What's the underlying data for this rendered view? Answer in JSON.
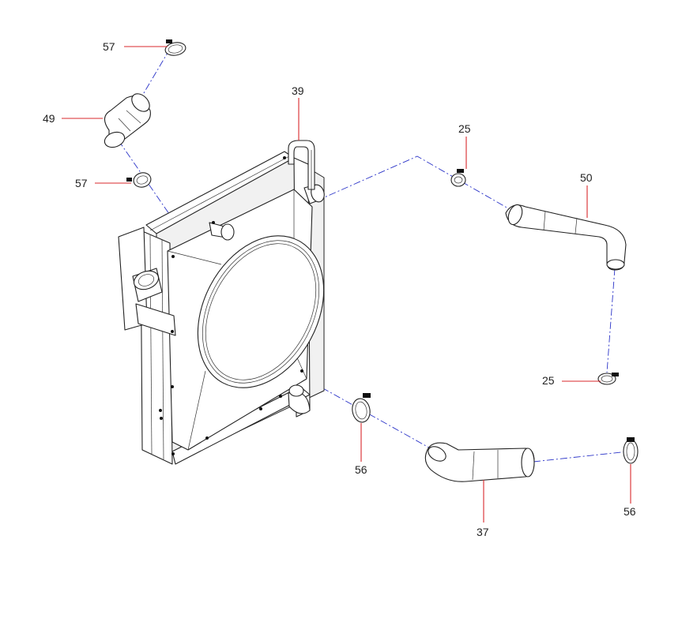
{
  "diagram": {
    "callouts": [
      {
        "id": "c57a",
        "text": "57"
      },
      {
        "id": "c49",
        "text": "49"
      },
      {
        "id": "c57b",
        "text": "57"
      },
      {
        "id": "c39",
        "text": "39"
      },
      {
        "id": "c25a",
        "text": "25"
      },
      {
        "id": "c50",
        "text": "50"
      },
      {
        "id": "c25b",
        "text": "25"
      },
      {
        "id": "c56a",
        "text": "56"
      },
      {
        "id": "c37",
        "text": "37"
      },
      {
        "id": "c56b",
        "text": "56"
      }
    ],
    "colors": {
      "leader_line": "#d8282c",
      "center_line": "#2b34c8",
      "outline": "#222222"
    }
  }
}
